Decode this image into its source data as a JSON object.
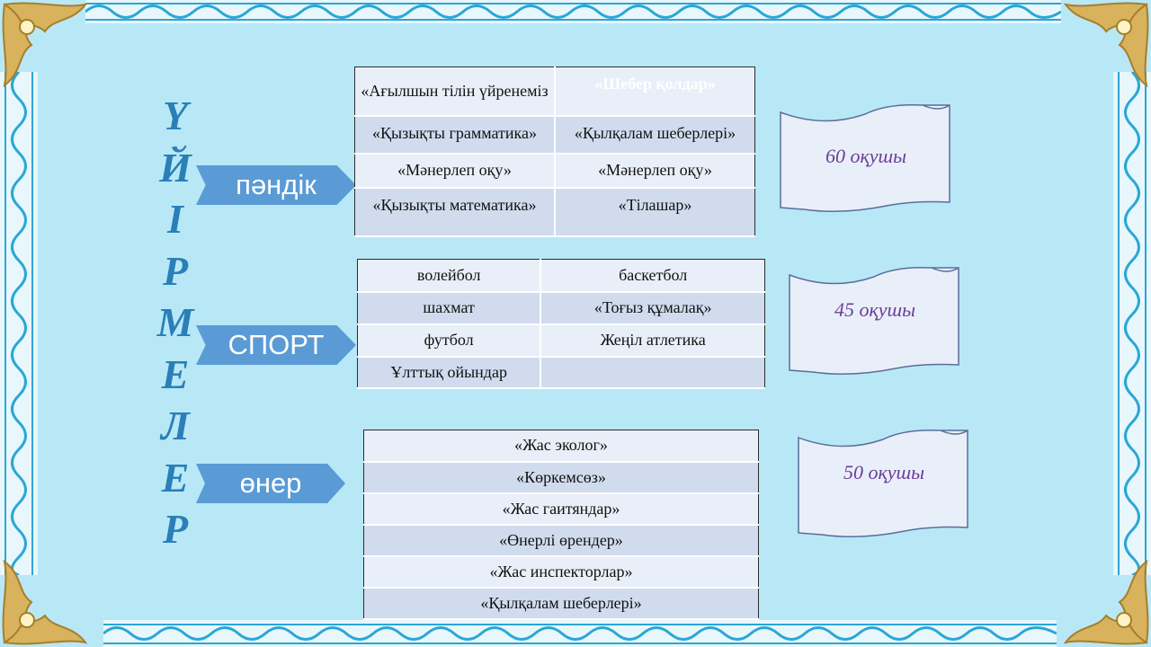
{
  "title_letters": [
    "Ү",
    "Й",
    "І",
    "Р",
    "М",
    "Е",
    "Л",
    "Е",
    "Р"
  ],
  "categories": [
    {
      "label": "пәндік",
      "count_label": "60 оқушы"
    },
    {
      "label": "СПОРТ",
      "count_label": "45 оқушы"
    },
    {
      "label": "өнер",
      "count_label": "50 оқушы"
    }
  ],
  "subjects_table": {
    "rows": [
      [
        "«Ағылшын тілін үйренеміз",
        "«Шебер қолдар»"
      ],
      [
        "«Қызықты грамматика»",
        "«Қылқалам шеберлері»"
      ],
      [
        "«Мәнерлеп оқу»",
        "«Мәнерлеп оқу»"
      ],
      [
        "«Қызықты математика»",
        "«Тілашар»"
      ]
    ]
  },
  "sport_table": {
    "rows": [
      [
        "волейбол",
        "баскетбол"
      ],
      [
        "шахмат",
        "«Тоғыз құмалақ»"
      ],
      [
        "футбол",
        "Жеңіл атлетика"
      ],
      [
        "Ұлттық ойындар",
        ""
      ]
    ]
  },
  "art_table": {
    "rows": [
      "«Жас эколог»",
      "«Көркемсөз»",
      "«Жас гаитяндар»",
      "«Өнерлі өрендер»",
      "«Жас инспекторлар»",
      "«Қылқалам шеберлері»"
    ]
  },
  "colors": {
    "background": "#b8e8f6",
    "ornament": "#2aa7d6",
    "chevron": "#5a9bd5",
    "title": "#2a7fb8",
    "count_text": "#6a3d9a",
    "gold": "#c9a14a"
  }
}
